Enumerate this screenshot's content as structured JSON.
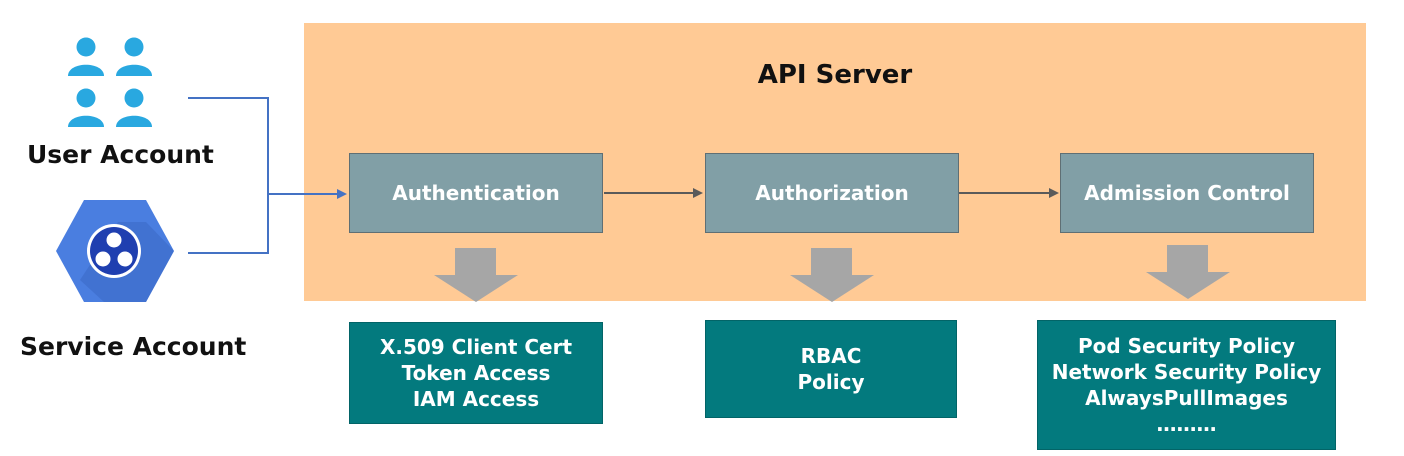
{
  "diagram": {
    "title": "API Server",
    "actors": [
      {
        "label": "User Account",
        "icon": "users-icon"
      },
      {
        "label": "Service Account",
        "icon": "service-account-icon"
      }
    ],
    "stages": [
      {
        "label": "Authentication",
        "methods": [
          "X.509 Client Cert",
          "Token Access",
          "IAM Access"
        ]
      },
      {
        "label": "Authorization",
        "methods": [
          "RBAC",
          "Policy"
        ]
      },
      {
        "label": "Admission Control",
        "methods": [
          "Pod Security Policy",
          "Network Security Policy",
          "AlwaysPullImages",
          "………"
        ]
      }
    ]
  },
  "colors": {
    "panel": "#ffca95",
    "stage_box": "#819fa6",
    "method_box": "#037a7e",
    "down_arrow": "#a6a6a6",
    "connector": "#4472c4",
    "stage_arrow": "#5a5a5a",
    "user_icon": "#29a8e0",
    "service_hexagon": "#4a7ee0"
  }
}
